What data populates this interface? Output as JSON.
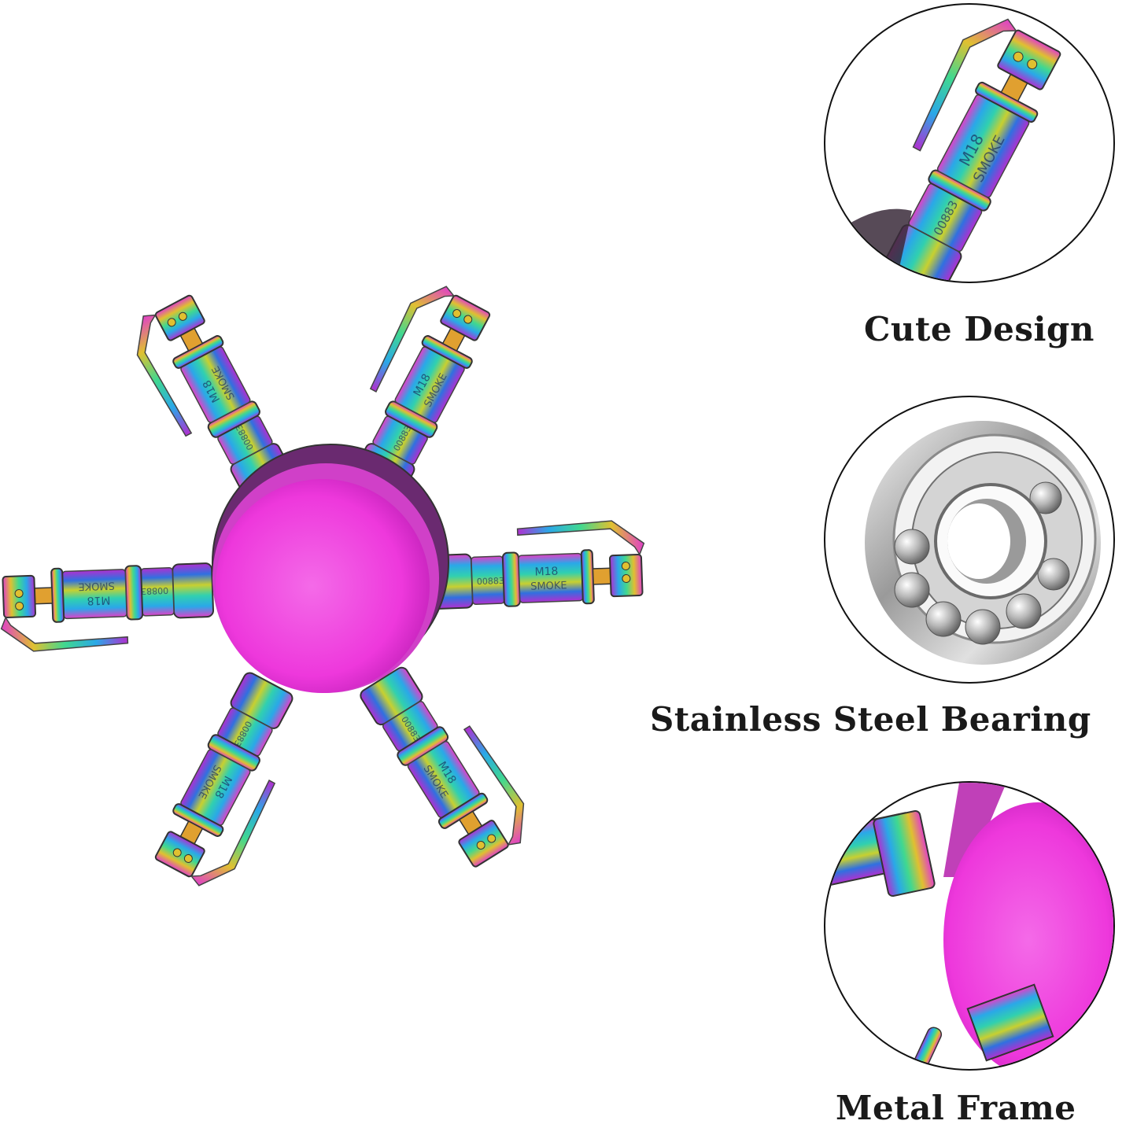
{
  "product": {
    "name": "Rainbow fidget spinner with six M18 smoke grenade arms",
    "hub_color": "#f03ce0",
    "arm_engraving": [
      "M18",
      "SMOKE",
      "00883"
    ]
  },
  "features": [
    {
      "label": "Cute Design",
      "image": "close-up of grenade arm"
    },
    {
      "label": "Stainless Steel Bearing",
      "image": "steel ball bearing"
    },
    {
      "label": "Metal Frame",
      "image": "close-up of pink hub and arms"
    }
  ],
  "colors": {
    "background": "#ffffff",
    "caption": "#1a1a1a",
    "circle_border": "#111111",
    "hub_pink": "#f03ce0",
    "steel": "#bfbfbf"
  }
}
